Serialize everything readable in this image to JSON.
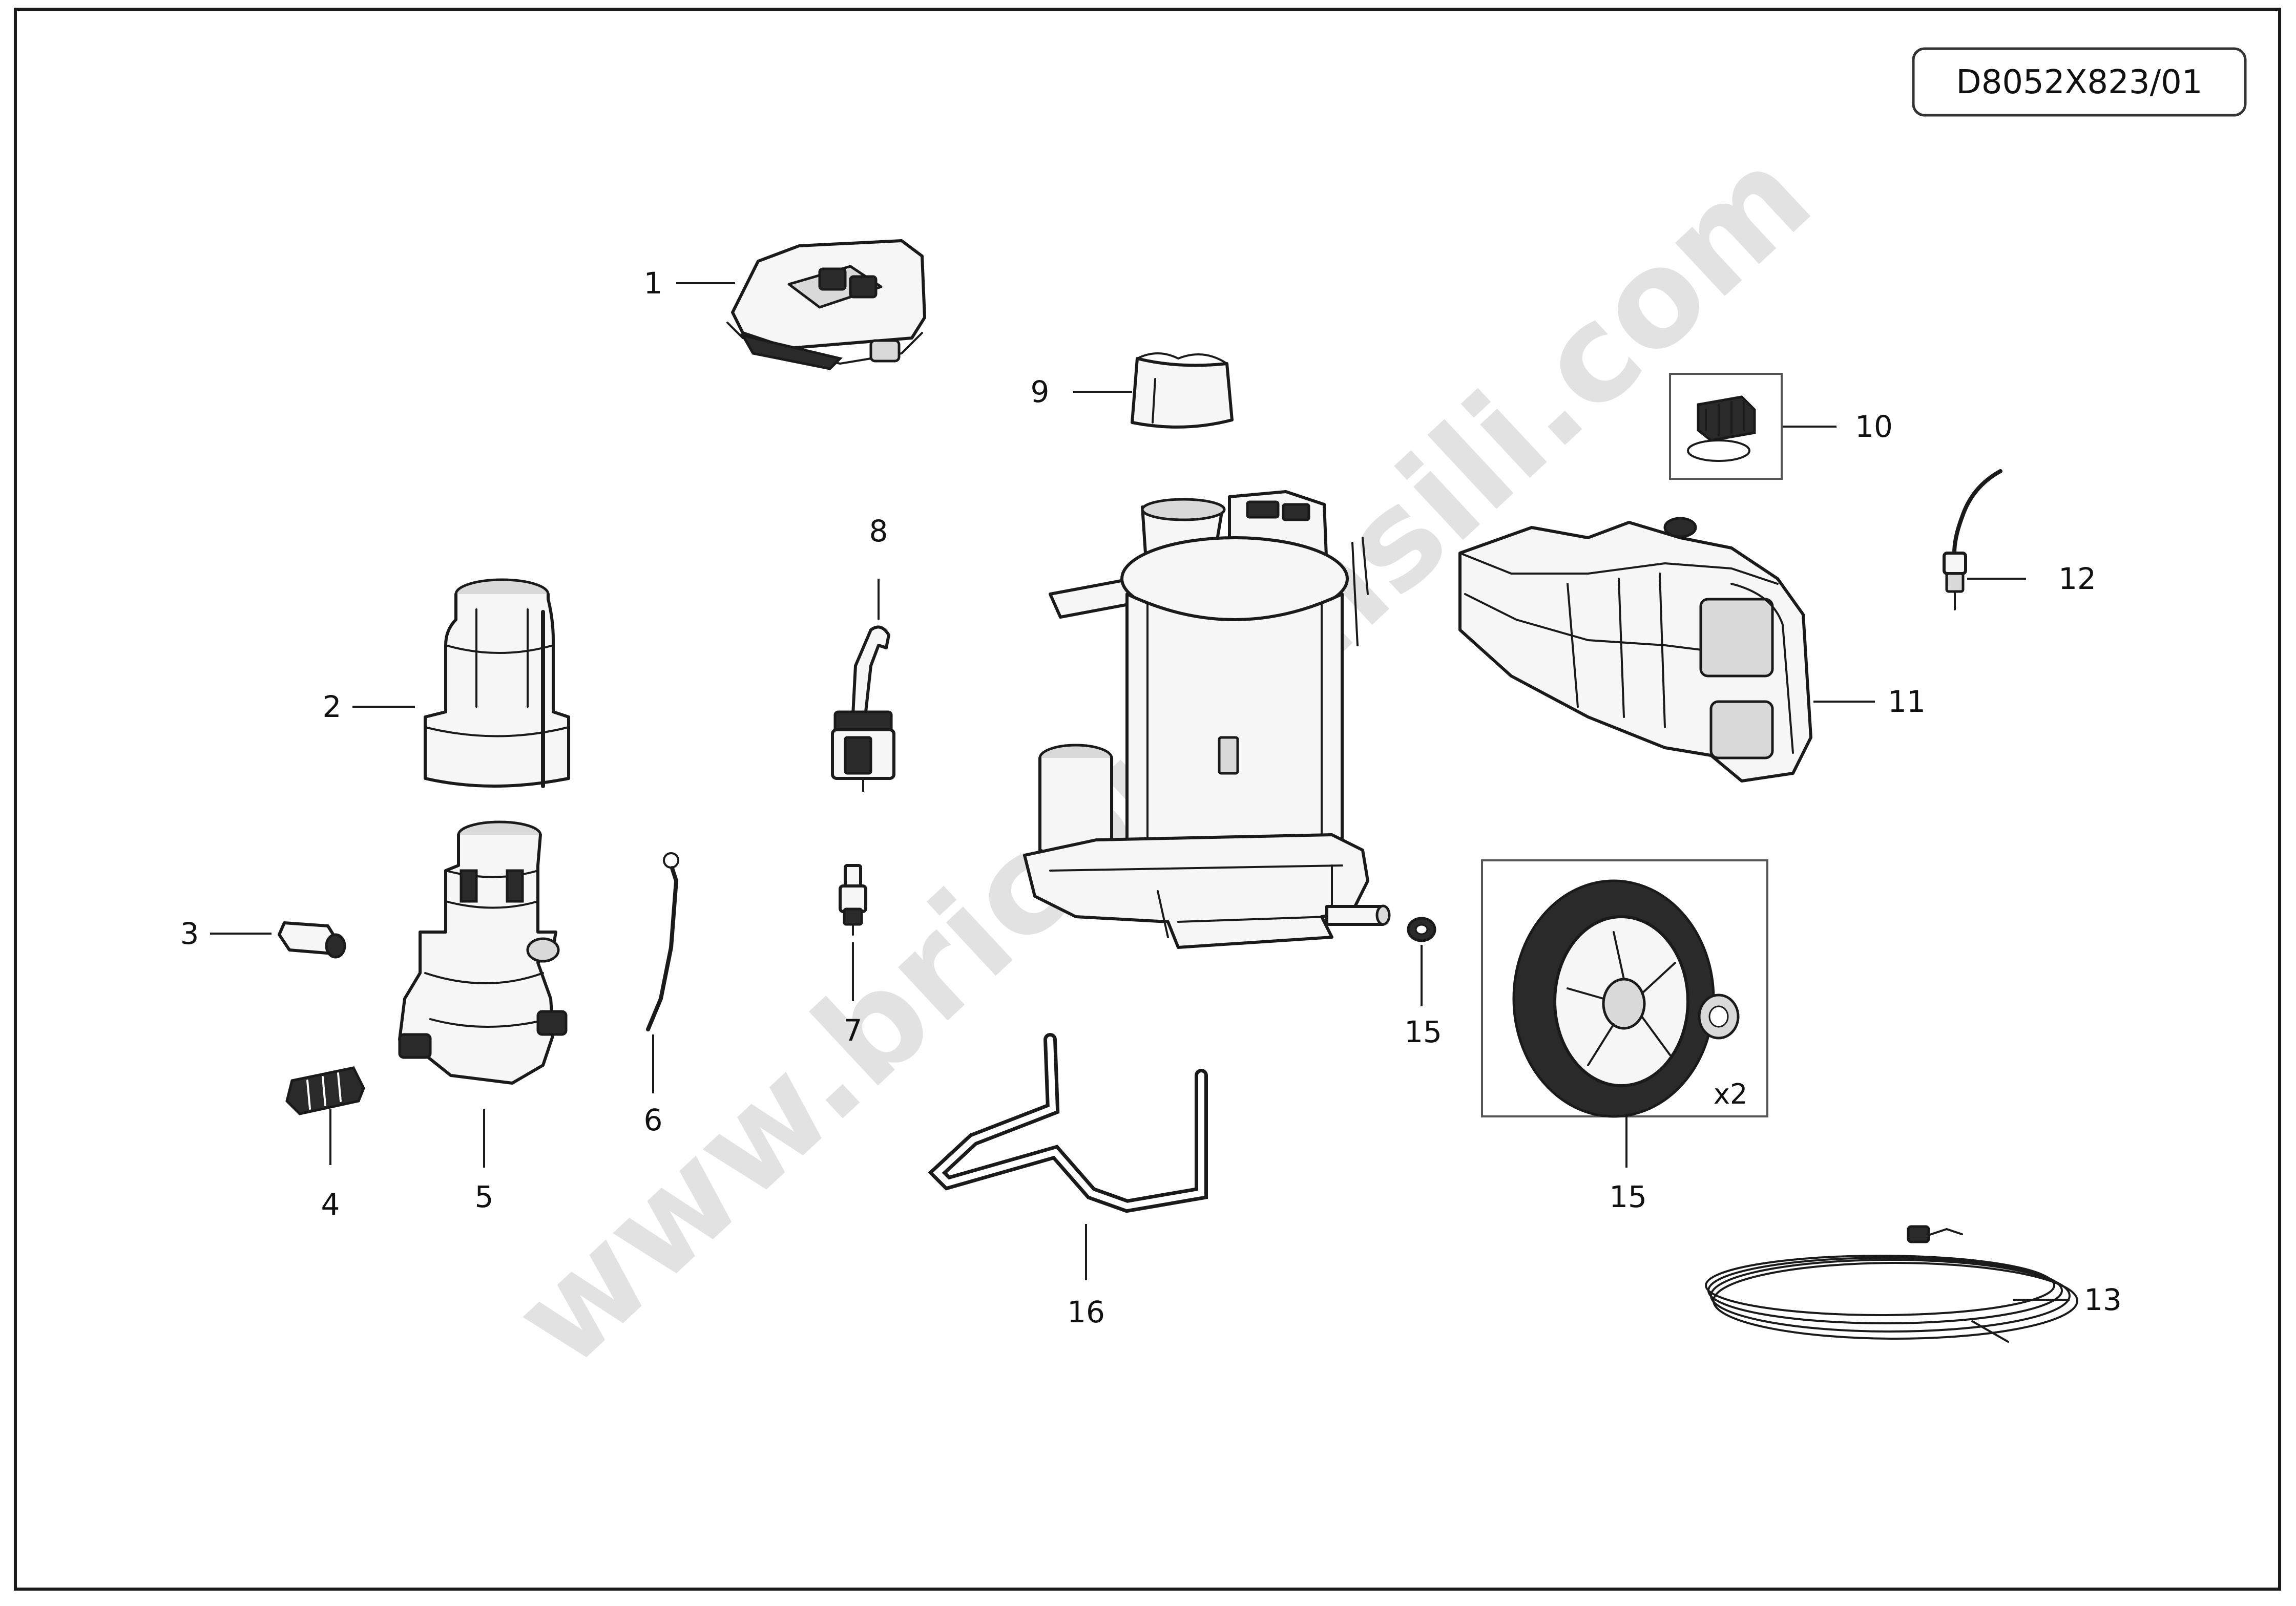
{
  "reference_code": "D8052X823/01",
  "watermark": "www.bricoutensili.com",
  "wheel_quantity": "x2",
  "parts": [
    {
      "callout": "1"
    },
    {
      "callout": "2"
    },
    {
      "callout": "3"
    },
    {
      "callout": "4"
    },
    {
      "callout": "5"
    },
    {
      "callout": "6"
    },
    {
      "callout": "7"
    },
    {
      "callout": "8"
    },
    {
      "callout": "9"
    },
    {
      "callout": "10"
    },
    {
      "callout": "11"
    },
    {
      "callout": "12"
    },
    {
      "callout": "13"
    },
    {
      "callout": "15"
    },
    {
      "callout": "15"
    },
    {
      "callout": "16"
    }
  ]
}
